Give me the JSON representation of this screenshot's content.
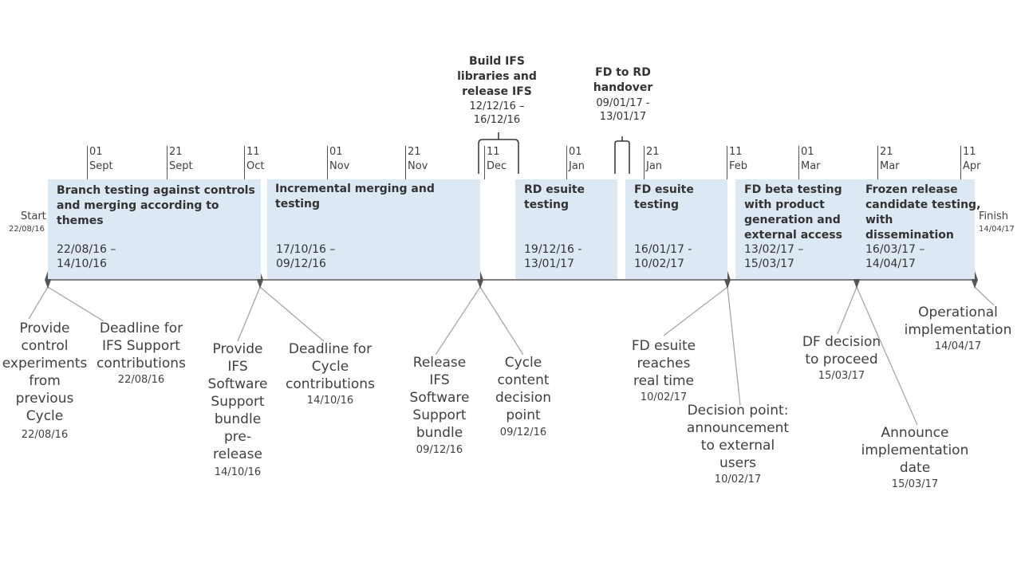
{
  "start": {
    "label": "Start",
    "date": "22/08/16"
  },
  "finish": {
    "label": "Finish",
    "date": "14/04/17"
  },
  "ticks": [
    {
      "day": "01",
      "month": "Sept"
    },
    {
      "day": "21",
      "month": "Sept"
    },
    {
      "day": "11",
      "month": "Oct"
    },
    {
      "day": "01",
      "month": "Nov"
    },
    {
      "day": "21",
      "month": "Nov"
    },
    {
      "day": "11",
      "month": "Dec"
    },
    {
      "day": "01",
      "month": "Jan"
    },
    {
      "day": "21",
      "month": "Jan"
    },
    {
      "day": "11",
      "month": "Feb"
    },
    {
      "day": "01",
      "month": "Mar"
    },
    {
      "day": "21",
      "month": "Mar"
    },
    {
      "day": "11",
      "month": "Apr"
    }
  ],
  "phases": [
    {
      "title": "Branch testing against controls and merging according to themes",
      "dates": "22/08/16 –\n14/10/16"
    },
    {
      "title": "Incremental merging and testing",
      "dates": "17/10/16 –\n09/12/16"
    },
    {
      "title": "RD esuite\ntesting",
      "dates": "19/12/16 -\n13/01/17"
    },
    {
      "title": "FD esuite\ntesting",
      "dates": "16/01/17 -\n10/02/17"
    },
    {
      "title": "FD beta testing\nwith product\ngeneration and\nexternal access",
      "dates": "13/02/17 –\n15/03/17"
    },
    {
      "title": "Frozen release\ncandidate testing,\nwith\ndissemination",
      "dates": "16/03/17 –\n14/04/17"
    }
  ],
  "top_events": [
    {
      "title": "Build IFS\nlibraries and\nrelease IFS",
      "dates": "12/12/16 –\n16/12/16"
    },
    {
      "title": "FD to RD\nhandover",
      "dates": "09/01/17 -\n13/01/17"
    }
  ],
  "milestones": [
    {
      "name": "Provide\ncontrol\nexperiments\nfrom\nprevious\nCycle",
      "date": "22/08/16"
    },
    {
      "name": "Deadline for\nIFS Support\ncontributions",
      "date": "22/08/16"
    },
    {
      "name": "Provide\nIFS\nSoftware\nSupport\nbundle\npre-\nrelease",
      "date": "14/10/16"
    },
    {
      "name": "Deadline for\nCycle\ncontributions",
      "date": "14/10/16"
    },
    {
      "name": "Release\nIFS\nSoftware\nSupport\nbundle",
      "date": "09/12/16"
    },
    {
      "name": "Cycle\ncontent\ndecision\npoint",
      "date": "09/12/16"
    },
    {
      "name": "FD esuite\nreaches\nreal time",
      "date": "10/02/17"
    },
    {
      "name": "Decision point:\nannouncement\nto external\nusers",
      "date": "10/02/17"
    },
    {
      "name": "DF decision\nto proceed",
      "date": "15/03/17"
    },
    {
      "name": "Announce\nimplementation\ndate",
      "date": "15/03/17"
    },
    {
      "name": "Operational\nimplementation",
      "date": "14/04/17"
    }
  ],
  "colors": {
    "phase_fill": "#dde8f5",
    "axis": "#555555",
    "diamond": "#555555",
    "leader": "#a6a6a6"
  }
}
